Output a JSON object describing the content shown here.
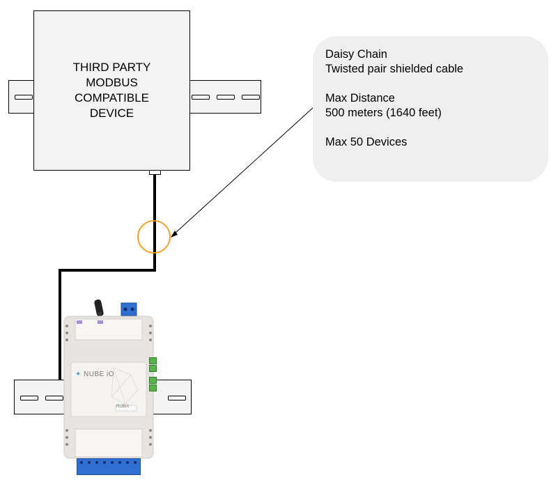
{
  "device": {
    "label": "THIRD PARTY\nMODBUS\nCOMPATIBLE\nDEVICE"
  },
  "note": {
    "line1": "Daisy Chain",
    "line2": "Twisted pair shielded cable",
    "line3": "Max Distance",
    "line4": "500 meters (1640 feet)",
    "line5": "Max 50 Devices"
  },
  "controller": {
    "brand": "NUBE iO",
    "model": "RUBIX"
  },
  "colors": {
    "highlight": "#f29b1d",
    "box_fill": "#f3f3f3",
    "note_fill": "#efefef",
    "terminal_blue": "#2f6fd1",
    "terminal_green": "#5ab34a"
  }
}
